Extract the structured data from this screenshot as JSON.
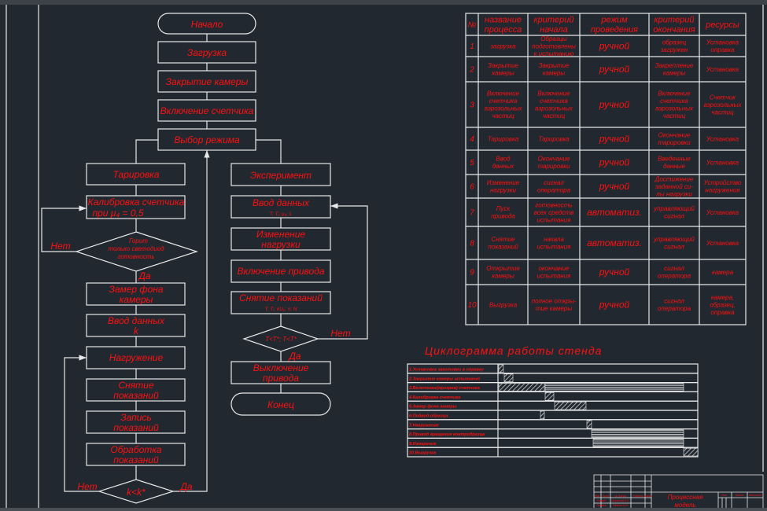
{
  "flowchart": {
    "start": "Начало",
    "load": "Загрузка",
    "close_chamber": "Закрытие камеры",
    "counter_on": "Включение счетчика",
    "mode_select": "Выбор режима",
    "left": {
      "calibration": "Тарировка",
      "counter_calib": [
        "Калибровка счетчика",
        "при μ₄ = 0,5"
      ],
      "decision": [
        "Горит",
        "только светодиод",
        "готовность"
      ],
      "no": "Нет",
      "yes": "Да",
      "bg_measure": [
        "Замер фона",
        "камеры"
      ],
      "input_k": [
        "Ввод данных",
        "k"
      ],
      "loading": "Нагружение",
      "readings": [
        "Снятие",
        "показаний"
      ],
      "record": [
        "Запись",
        "показаний"
      ],
      "processing": [
        "Обработка",
        "показаний"
      ],
      "decision_k": "k<k*",
      "no2": "Нет",
      "yes2": "Да"
    },
    "right": {
      "experiment": "Эксперимент",
      "input": [
        "Ввод данных",
        "T; Tᵢ; μ₄; L"
      ],
      "load_change": [
        "Изменение",
        "нагрузки"
      ],
      "drive_on": "Включение привода",
      "readings": [
        "Снятие показаний",
        "T; Tᵢ; kU₁; n; N"
      ],
      "decision": "T<T*; T<T*",
      "no": "Нет",
      "yes": "Да",
      "drive_off": [
        "Выключение",
        "привода"
      ],
      "end": "Конец"
    }
  },
  "process_table": {
    "headers": [
      [
        "№"
      ],
      [
        "название",
        "процесса"
      ],
      [
        "критерий",
        "начала"
      ],
      [
        "режим",
        "проведения"
      ],
      [
        "критерий",
        "окончания"
      ],
      [
        "ресурсы"
      ]
    ],
    "rows": [
      [
        [
          "1"
        ],
        [
          "загрузка"
        ],
        [
          "Образцы",
          "подготовлены",
          "к испытанию"
        ],
        [
          "ручной"
        ],
        [
          "образец",
          "загружен"
        ],
        [
          "Установка",
          "оправка"
        ]
      ],
      [
        [
          "2"
        ],
        [
          "Закрытие",
          "камеры"
        ],
        [
          "Закрытие",
          "камеры"
        ],
        [
          "ручной"
        ],
        [
          "Закрепление",
          "камеры"
        ],
        [
          "Установка"
        ]
      ],
      [
        [
          "3"
        ],
        [
          "Включение",
          "счетчика",
          "аэрозольных",
          "частиц"
        ],
        [
          "Включение",
          "счетчика",
          "аэрозольных",
          "частиц"
        ],
        [
          "ручной"
        ],
        [
          "Включение",
          "счетчика",
          "аэрозольных",
          "частиц"
        ],
        [
          "Счетчик",
          "аэрозольных",
          "частиц"
        ]
      ],
      [
        [
          "4"
        ],
        [
          "Тарировка"
        ],
        [
          "Тарировка"
        ],
        [
          "ручной"
        ],
        [
          "Окончание",
          "тарировки"
        ],
        [
          "Установка"
        ]
      ],
      [
        [
          "5"
        ],
        [
          "Ввод",
          "данных"
        ],
        [
          "Окончание",
          "тарировки"
        ],
        [
          "ручной"
        ],
        [
          "Введенные",
          "данные"
        ],
        [
          "Установка"
        ]
      ],
      [
        [
          "6"
        ],
        [
          "Изменение",
          "нагрузки"
        ],
        [
          "сигнал",
          "оператора"
        ],
        [
          "ручной"
        ],
        [
          "Достижение",
          "заданной си-",
          "лы нагрузки"
        ],
        [
          "Устройство",
          "нагружения"
        ]
      ],
      [
        [
          "7"
        ],
        [
          "Пуск",
          "привода"
        ],
        [
          "готовность",
          "всех средств",
          "испытания"
        ],
        [
          "автоматиз."
        ],
        [
          "управляющий",
          "сигнал"
        ],
        [
          "Установка"
        ]
      ],
      [
        [
          "8"
        ],
        [
          "Снятие",
          "показаний"
        ],
        [
          "начала",
          "испытания"
        ],
        [
          "автоматиз."
        ],
        [
          "управляющий",
          "сигнал"
        ],
        [
          "Установка"
        ]
      ],
      [
        [
          "9"
        ],
        [
          "Открытие",
          "камеры"
        ],
        [
          "окончание",
          "испытания"
        ],
        [
          "ручной"
        ],
        [
          "сигнал",
          "оператора"
        ],
        [
          "камера"
        ]
      ],
      [
        [
          "10"
        ],
        [
          "Выгрузка"
        ],
        [
          "полное откры-",
          "тие камеры"
        ],
        [
          "ручной"
        ],
        [
          "сигнал",
          "оператора"
        ],
        [
          "камера,",
          "образец,",
          "оправка"
        ]
      ]
    ]
  },
  "cyclogram": {
    "title": "Циклограмма работы стенда",
    "rows": [
      "1.Установка заготовки в оправку",
      "2.Закрытие камеры испытаний",
      "3.Включение(прогрев) счетчика",
      "4.Калибровка счетчика",
      "5.Замер фона камеры",
      "6.Подвод образца",
      "7.Нагружение",
      "8.Привод вращения контробразца",
      "9.Измерение",
      "10.Выгрузка"
    ]
  },
  "title_block": {
    "name": [
      "Процессная",
      "модель"
    ],
    "cols": [
      "Изм",
      "Лист",
      "№ докум.",
      "Подпись",
      "Дата"
    ],
    "roles": [
      "Разраб.",
      "Провер."
    ],
    "people": [
      "Шишкина Е.С.",
      "Иванов И.И."
    ],
    "right_headers": [
      "Лит.",
      "Масса",
      "Масштаб"
    ]
  }
}
